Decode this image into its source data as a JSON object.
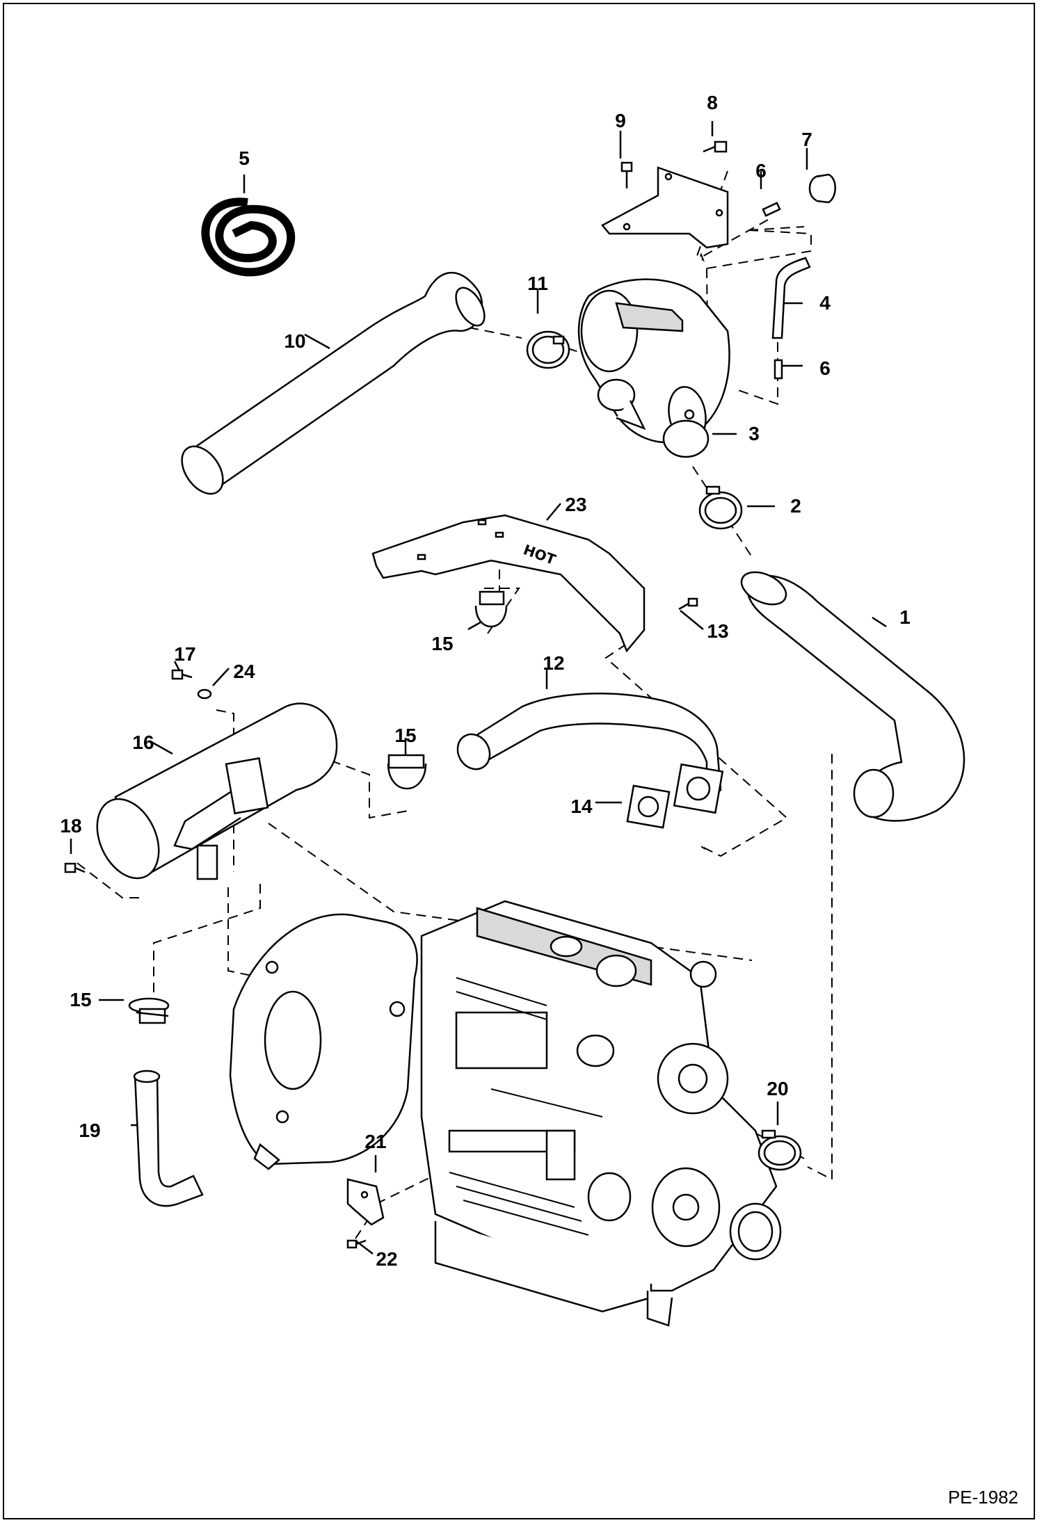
{
  "diagram": {
    "reference_code": "PE-1982",
    "callouts": [
      {
        "id": "c1",
        "label": "1"
      },
      {
        "id": "c2",
        "label": "2"
      },
      {
        "id": "c3",
        "label": "3"
      },
      {
        "id": "c4",
        "label": "4"
      },
      {
        "id": "c5",
        "label": "5"
      },
      {
        "id": "c6a",
        "label": "6"
      },
      {
        "id": "c6b",
        "label": "6"
      },
      {
        "id": "c7",
        "label": "7"
      },
      {
        "id": "c8",
        "label": "8"
      },
      {
        "id": "c9",
        "label": "9"
      },
      {
        "id": "c10",
        "label": "10"
      },
      {
        "id": "c11",
        "label": "11"
      },
      {
        "id": "c12",
        "label": "12"
      },
      {
        "id": "c13",
        "label": "13"
      },
      {
        "id": "c14",
        "label": "14"
      },
      {
        "id": "c15a",
        "label": "15"
      },
      {
        "id": "c15b",
        "label": "15"
      },
      {
        "id": "c15c",
        "label": "15"
      },
      {
        "id": "c16",
        "label": "16"
      },
      {
        "id": "c17",
        "label": "17"
      },
      {
        "id": "c18",
        "label": "18"
      },
      {
        "id": "c19",
        "label": "19"
      },
      {
        "id": "c20",
        "label": "20"
      },
      {
        "id": "c21",
        "label": "21"
      },
      {
        "id": "c22",
        "label": "22"
      },
      {
        "id": "c23",
        "label": "23"
      },
      {
        "id": "c24",
        "label": "24"
      }
    ],
    "heat_shield_marking": "HOT",
    "colors": {
      "line": "#000000",
      "background": "#ffffff",
      "shade": "#d9d9d9"
    }
  }
}
